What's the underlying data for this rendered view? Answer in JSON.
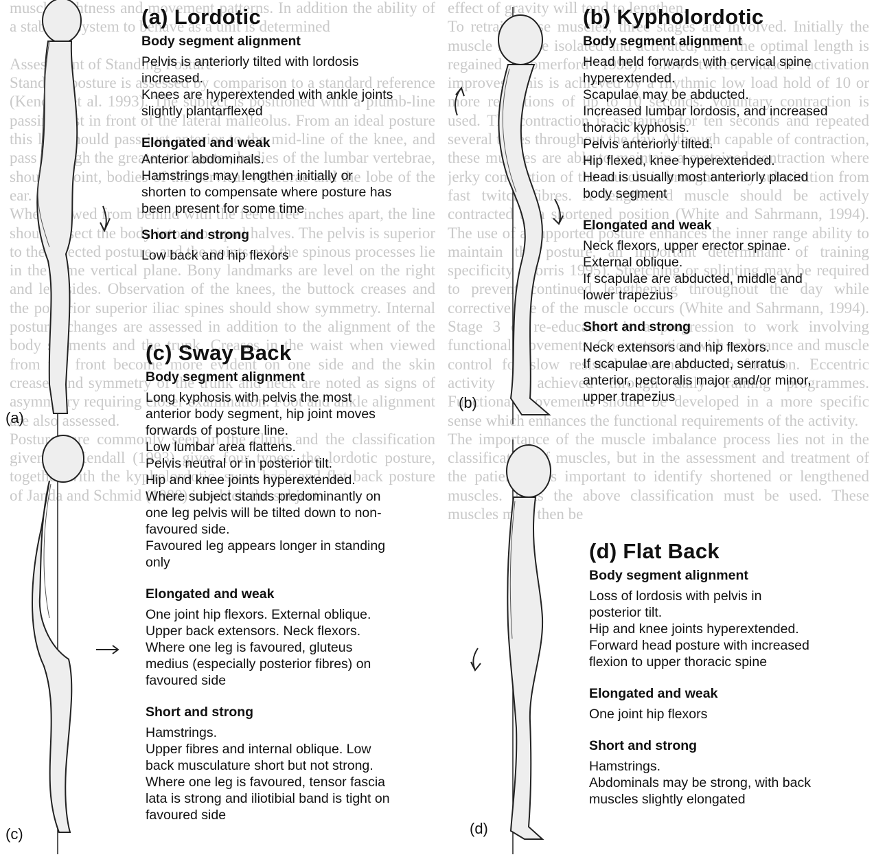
{
  "bleed": {
    "left_column": "muscle tightness and movement patterns. In addition the ability of a stability system to behave as a unit is determined\n\nAssessment of Standing Posture\nStanding posture is assessed by comparison to a standard reference (Kendall et al. 1993). The subject is positioned with a plumb-line passing just in front of the lateral malleolus. From an ideal posture this line should pass just anterior to the mid-line of the knee, and pass through the greater trochanter, bodies of the lumbar vertebrae, shoulder joint, bodies of the cervical vertebrae and the lobe of the ear.\nWhen viewed from behind with the feet three inches apart, the line should bisect the body into two equal halves. The pelvis is superior to the bisected posture, and the points and the spinous processes lie in the same vertical plane. Bony landmarks are level on the right and left sides. Observation of the knees, the buttock creases and the posterior superior iliac spines should show symmetry. Internal postural changes are assessed in addition to the alignment of the body segments and the trunk. Creases in the waist when viewed from the front become more evident on one side and the skin creases and symmetry of the trunk and neck are noted as signs of asymmetry requiring closer examination. Foot and ankle alignment are also assessed.\nPostures are commonly seen in the clinic and the classification given by Kendall (1993) gives four types: the lordotic posture, together with the kypholordotic, sway back and flat back posture of Janda and Schmid (1980) in which the subject",
    "right_column": "effect of gravity will tend to lengthen.\nTo retrain these muscles, three stages are involved. Initially the muscle must be isolated and activated, then the optimal length is regained (Comerford 1995). Slow twitch muscle activation improves. This is achieved by a rhythmic low load hold of 10 or more repetitions of up to 10 seconds. Voluntary contraction is used. The contraction is sustained for ten seconds and repeated several times throughout the day. Although capable of contraction, these muscles are able to maintain a sustained contraction where jerky contraction of the muscle is brought on by substitution from fast twitch fibres. A lengthened muscle should be actively contracted to a shortened position (White and Sahrmann, 1994). The use of a supported posture enhances the inner range ability to maintain the posture, an important determinant of training specificity (Norris 1995). Stretching or splinting may be required to prevent continued lengthening throughout the day while corrective use of the muscle occurs (White and Sahrmann, 1994). Stage 3 of re-education is a progression to work involving functional movements. Co-contraction with endurance and muscle control for slow resisted movements into function. Eccentric activity is achieved through daily training programmes. Functional movements should be developed in a more specific sense which enhances the functional requirements of the activity.\nThe importance of the muscle imbalance process lies not in the classification of muscles, but in the assessment and treatment of the patient. It is important to identify shortened or lengthened muscles. Thus the above classification must be used. These muscles must then be"
  },
  "panels": {
    "a": {
      "title": "(a) Lordotic",
      "h1": "Body segment alignment",
      "l1": [
        "Pelvis is anteriorly tilted with lordosis",
        "increased.",
        "Knees are hyperextended with ankle joints",
        "slightly plantarflexed"
      ],
      "h2": "Elongated and weak",
      "l2": [
        "Anterior abdominals.",
        "Hamstrings may lengthen initially or",
        "shorten to compensate where posture has",
        "been present for some time"
      ],
      "h3": "Short and strong",
      "l3": [
        "Low back and hip flexors"
      ]
    },
    "b": {
      "title": "(b) Kypholordotic",
      "h1": "Body segment alignment",
      "l1": [
        "Head held forwards with cervical spine",
        "hyperextended.",
        "Scapulae may be abducted.",
        "Increased lumbar lordosis, and increased",
        "thoracic kyphosis.",
        "Pelvis anteriorly tilted.",
        "Hip flexed, knee hyperextended.",
        "Head is usually most anteriorly placed",
        "body segment"
      ],
      "h2": "Elongated and weak",
      "l2": [
        "Neck flexors, upper erector spinae.",
        "External oblique.",
        "If scapulae are abducted, middle and",
        "lower trapezius"
      ],
      "h3": "Short and strong",
      "l3": [
        "Neck extensors and hip flexors.",
        "If scapulae are abducted, serratus",
        "anterior, pectoralis major and/or minor,",
        "upper trapezius"
      ]
    },
    "c": {
      "title": "(c) Sway Back",
      "h1": "Body segment alignment",
      "l1": [
        "Long kyphosis with pelvis the most",
        "anterior body segment, hip joint moves",
        "forwards of posture line.",
        "Low lumbar area flattens.",
        "Pelvis neutral or in posterior tilt.",
        "Hip and knee joints hyperextended.",
        "Where subject stands predominantly on",
        "one leg pelvis will be tilted down to non-",
        "favoured side.",
        "Favoured leg appears longer in standing",
        "only"
      ],
      "h2": "Elongated and weak",
      "l2": [
        "One joint hip flexors. External oblique.",
        "Upper back extensors. Neck flexors.",
        "Where one leg is favoured, gluteus",
        "medius (especially posterior fibres) on",
        "favoured side"
      ],
      "h3": "Short and strong",
      "l3": [
        "Hamstrings.",
        "Upper fibres and internal oblique. Low",
        "back musculature short but not strong.",
        "Where one leg is favoured, tensor fascia",
        "lata is strong and iliotibial band is tight on",
        "favoured side"
      ]
    },
    "d": {
      "title": "(d) Flat Back",
      "h1": "Body segment alignment",
      "l1": [
        "Loss of lordosis with pelvis in",
        "posterior tilt.",
        "Hip and knee joints hyperextended.",
        "Forward head posture with increased",
        "flexion to upper thoracic spine"
      ],
      "h2": "Elongated and weak",
      "l2": [
        "One joint hip flexors"
      ],
      "h3": "Short and strong",
      "l3": [
        "Hamstrings.",
        "Abdominals may be strong, with back",
        "muscles slightly elongated"
      ]
    }
  },
  "figure_labels": {
    "a": "(a)",
    "b": "(b)",
    "c": "(c)",
    "d": "(d)"
  }
}
